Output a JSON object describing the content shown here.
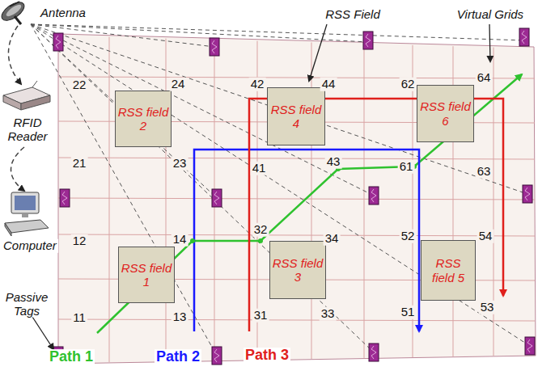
{
  "diagram": {
    "nodes": [
      {
        "text": [
          "RSS field 2"
        ]
      },
      {
        "text": [
          "RSS field 4"
        ]
      },
      {
        "text": [
          "RSS field 6"
        ]
      },
      {
        "text": [
          "RSS field 1"
        ]
      },
      {
        "text": [
          "RSS field 3"
        ]
      },
      {
        "text": [
          "RSS field 5"
        ]
      }
    ],
    "labels": [
      "Antenna",
      "RSS Field",
      "Virtual Grids",
      "RFID Reader",
      "Computer",
      "Passive Tags",
      "22",
      "24",
      "42",
      "44",
      "62",
      "64",
      "21",
      "23",
      "41",
      "43",
      "61",
      "63",
      "12",
      "14",
      "32",
      "34",
      "52",
      "54",
      "11",
      "13",
      "31",
      "33",
      "51",
      "53",
      "Path 1",
      "Path 2",
      "Path 3"
    ]
  }
}
